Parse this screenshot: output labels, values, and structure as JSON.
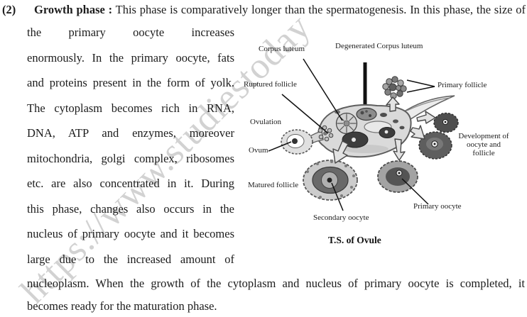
{
  "watermark": "https://www.studiestoday",
  "paragraph": {
    "line1": {
      "number": "(2)",
      "heading": "Growth phase :",
      "rest": "This phase is comparatively longer than the spermatogenesis. In this phase, the size of"
    },
    "column_lines": [
      "the primary oocyte increases",
      "enormously. In the primary oocyte, fats",
      "and proteins present in the form of yolk.",
      "The cytoplasm becomes rich in RNA,",
      "DNA, ATP and enzymes, moreover",
      "mitochondria, golgi complex, ribosomes",
      "etc. are also concentrated in it. During",
      "this phase, changes also occurs in the",
      "nucleus of primary oocyte and it becomes",
      "large due to the increased amount of"
    ],
    "bottom_lines": [
      "nucleoplasm. When the growth of the cytoplasm and nucleus of primary oocyte is completed, it",
      "becomes ready for the maturation phase."
    ]
  },
  "diagram": {
    "caption": "T.S. of Ovule",
    "labels": {
      "corpus_luteum": "Corpus luteum",
      "degenerated_corpus_luteum": "Degenerated Corpus luteum",
      "ruptured_follicle": "Ruptured follicle",
      "primary_follicle": "Primary follicle",
      "ovulation": "Ovulation",
      "ovum": "Ovum",
      "development": "Development of oocyte and follicle",
      "matured_follicle": "Matured follicle",
      "secondary_oocyte": "Secondary oocyte",
      "primary_oocyte": "Primary oocyte"
    }
  },
  "colors": {
    "text": "#1c1c1c",
    "watermark_gray": "#adadad",
    "sketch_dark": "#3d3d3d",
    "sketch_light": "#dadada"
  }
}
